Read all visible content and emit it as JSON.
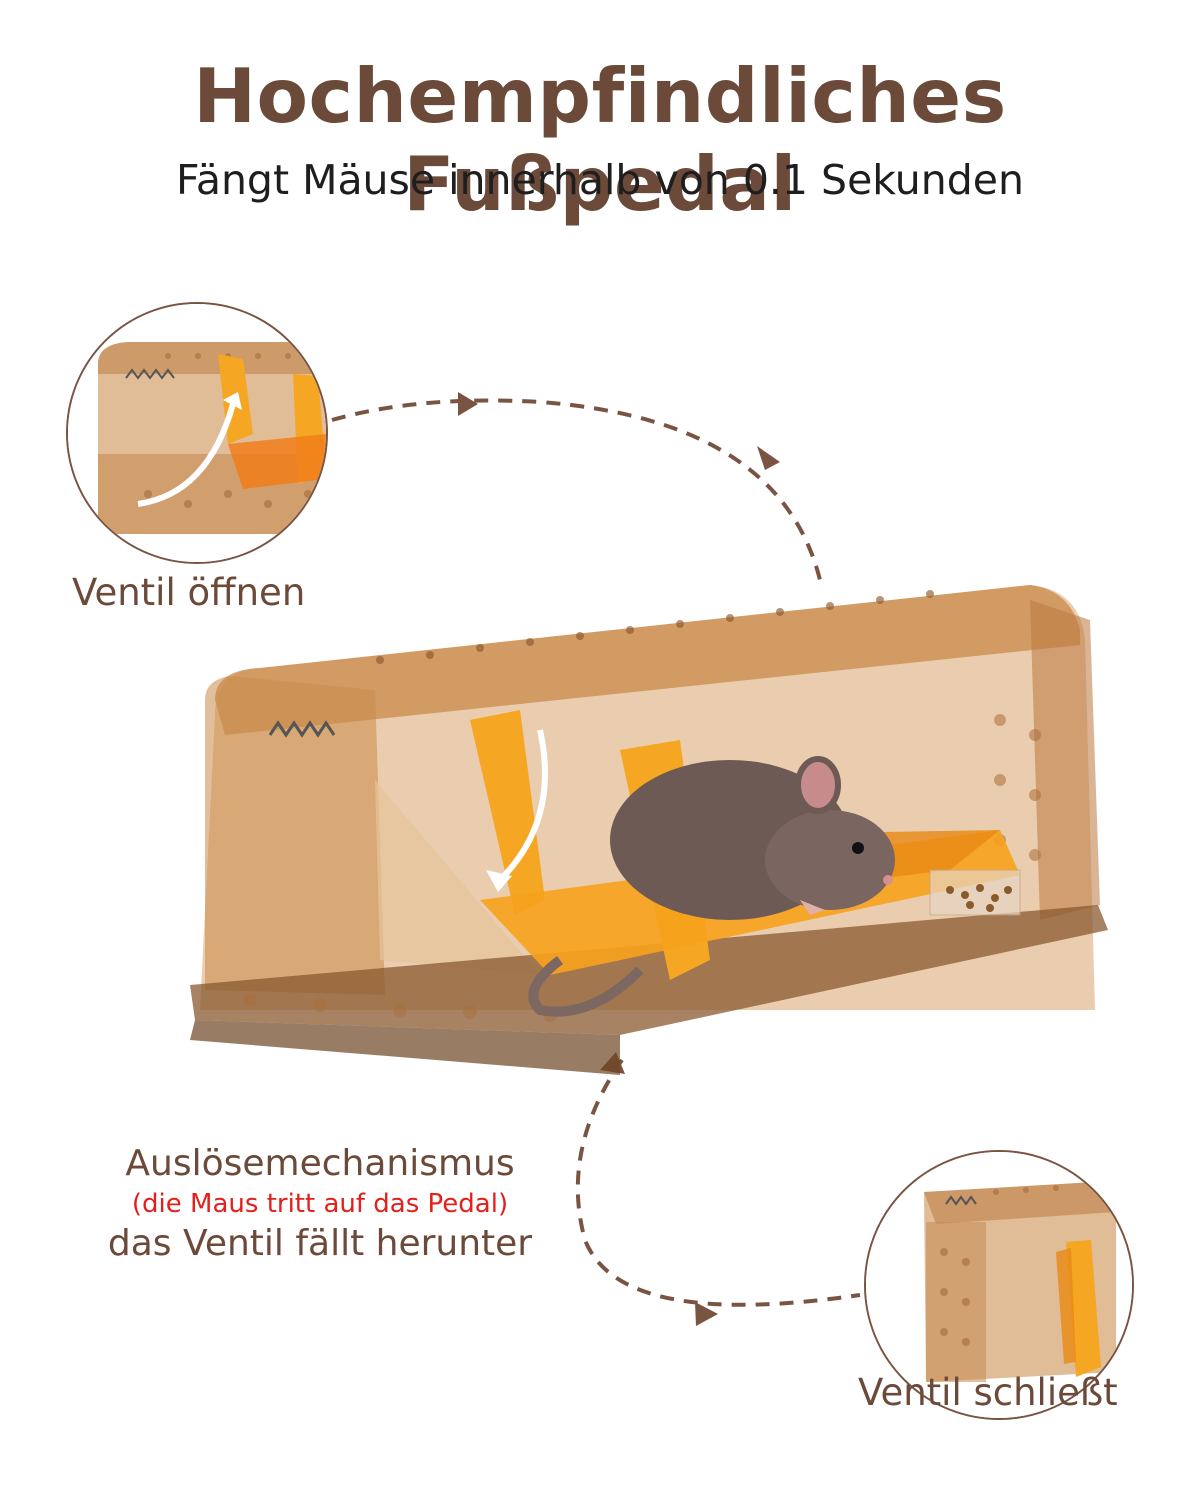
{
  "headline": "Hochempfindliches Fußpedal",
  "subheadline": "Fängt Mäuse innerhalb von 0.1 Sekunden",
  "labels": {
    "open": "Ventil öffnen",
    "trigger_title": "Auslösemechanismus",
    "trigger_note": "(die Maus tritt auf das Pedal)",
    "trigger_result": "das Ventil fällt herunter",
    "close": "Ventil schließt"
  },
  "icons": {
    "trap": "mouse-trap-image",
    "mouse": "mouse-image",
    "arrow": "dashed-arrow-icon"
  },
  "colors": {
    "brand_brown": "#6b4a3a",
    "trap_amber": "#c98a4a",
    "pedal_yellow": "#f5a623",
    "note_red": "#e3201b"
  }
}
